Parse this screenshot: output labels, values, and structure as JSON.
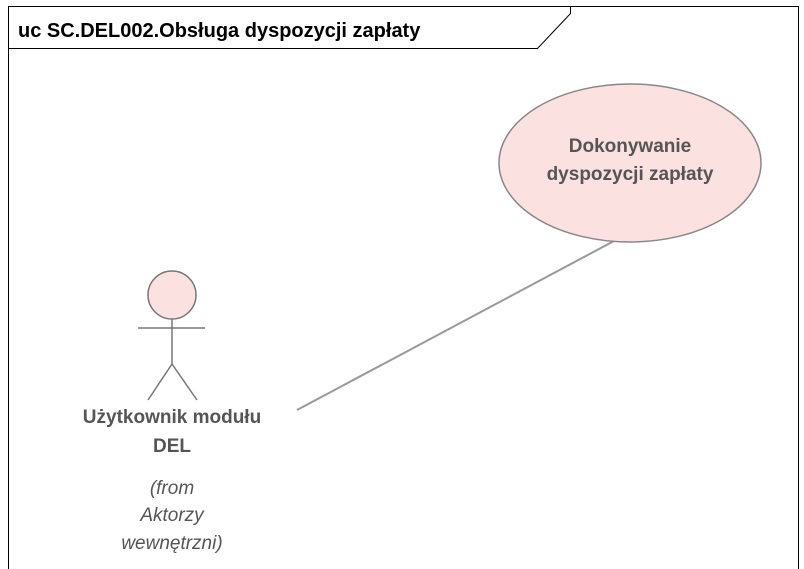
{
  "frame": {
    "title": "uc SC.DEL002.Obsługa dyspozycji zapłaty"
  },
  "usecase": {
    "line1": "Dokonywanie",
    "line2": "dyspozycji zapłaty",
    "fill": "#fbe1df",
    "stroke": "#888888"
  },
  "actor": {
    "name_line1": "Użytkownik modułu",
    "name_line2": "DEL",
    "origin_line1": "(from",
    "origin_line2": "Aktorzy",
    "origin_line3": "wewnętrzni)",
    "head_fill": "#fbe1df",
    "stroke": "#777777"
  },
  "association": {
    "color": "#999999"
  }
}
